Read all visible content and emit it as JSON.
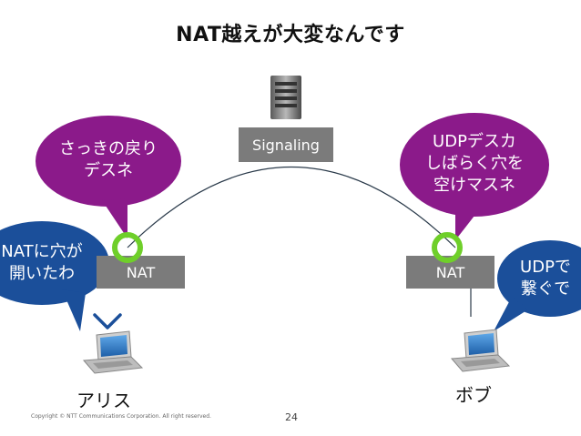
{
  "title": "NAT越えが大変なんです",
  "signaling_label": "Signaling",
  "nat_left_label": "NAT",
  "nat_right_label": "NAT",
  "alice_label": "アリス",
  "bob_label": "ボブ",
  "bubbles": {
    "left_top": "さっきの戻り\nデスネ",
    "left_bottom": "NATに穴が\n開いたわ",
    "right_top": "UDPデスカ\nしばらく穴を\n空けマスネ",
    "right_bottom": "UDPで\n繋ぐで"
  },
  "footer": {
    "copyright": "Copyright © NTT Communications Corporation. All right reserved.",
    "page_number": "24"
  },
  "colors": {
    "purple": "#8b1a8a",
    "blue": "#1b4f9a",
    "green": "#6fcf2a",
    "gray_box": "#7b7b7b",
    "line": "#2a3a4a"
  },
  "icons": [
    "server-icon",
    "laptop-icon",
    "laptop-icon"
  ]
}
